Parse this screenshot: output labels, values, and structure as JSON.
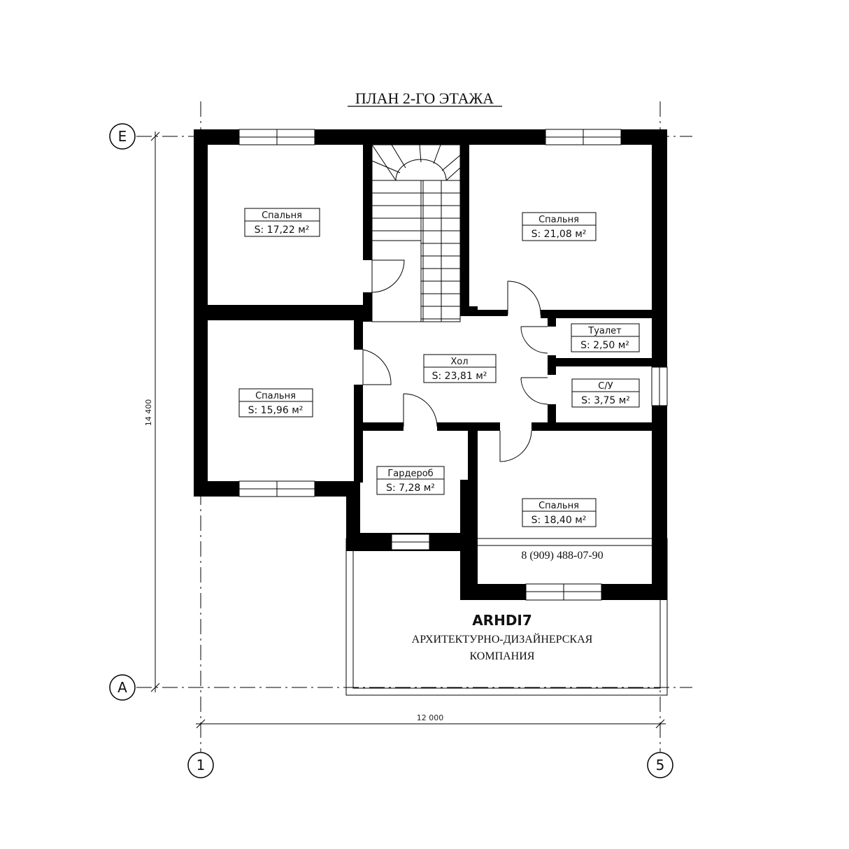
{
  "title": "ПЛАН 2-ГО ЭТАЖА",
  "rooms": [
    {
      "name": "Спальня",
      "area": "S: 17,22 м²"
    },
    {
      "name": "Спальня",
      "area": "S: 21,08 м²"
    },
    {
      "name": "Туалет",
      "area": "S: 2,50 м²"
    },
    {
      "name": "Хол",
      "area": "S: 23,81 м²"
    },
    {
      "name": "С/У",
      "area": "S: 3,75 м²"
    },
    {
      "name": "Спальня",
      "area": "S: 15,96 м²"
    },
    {
      "name": "Гардероб",
      "area": "S: 7,28 м²"
    },
    {
      "name": "Спальня",
      "area": "S: 18,40 м²"
    }
  ],
  "axes": {
    "top": "Е",
    "bottom": "А",
    "left": "1",
    "right": "5"
  },
  "dimensions": {
    "vertical": "14 400",
    "horizontal": "12 000"
  },
  "phone": "8 (909) 488-07-90",
  "brand": {
    "name": "ARHDI7",
    "line1": "АРХИТЕКТУРНО-ДИЗАЙНЕРСКАЯ",
    "line2": "КОМПАНИЯ"
  }
}
